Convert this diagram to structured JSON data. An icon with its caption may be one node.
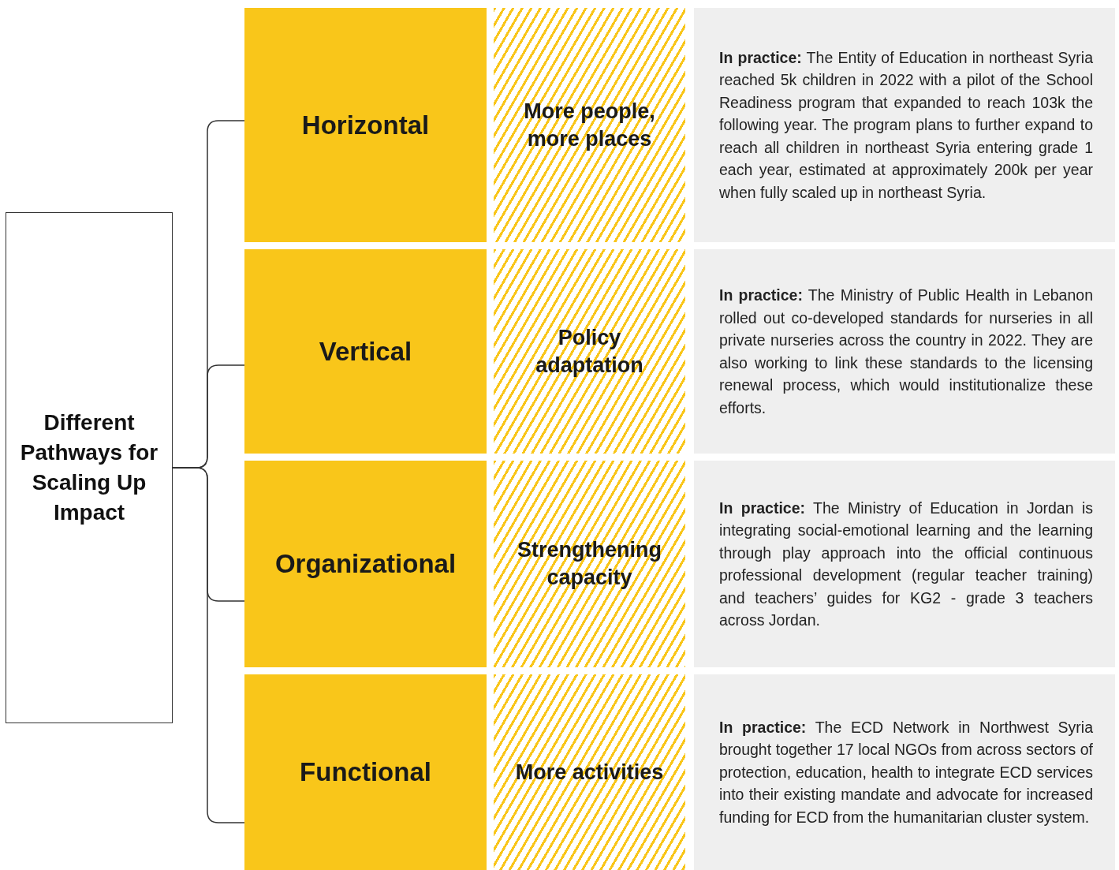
{
  "diagram": {
    "nodes": [
      {
        "text": [
          "Different Pathways for Scaling Up Impact"
        ]
      },
      {
        "text": [
          "Horizontal"
        ]
      },
      {
        "text": [
          "Vertical"
        ]
      },
      {
        "text": [
          "Organizational"
        ]
      },
      {
        "text": [
          "Functional"
        ]
      },
      {
        "text": [
          "More people, more places"
        ]
      },
      {
        "text": [
          "Policy adaptation"
        ]
      },
      {
        "text": [
          "Strengthening capacity"
        ]
      },
      {
        "text": [
          "More activities"
        ]
      },
      {
        "text": [
          "**In practice:** The Entity of Education in northeast Syria reached 5k children in 2022 with a pilot of the School Readiness program that expanded to reach 103k the following year. The program plans to further expand to reach all children in northeast Syria entering grade 1 each year, estimated at approximately 200k per year when fully scaled up in northeast Syria."
        ]
      },
      {
        "text": [
          "**In practice:** The Ministry of Public Health in Lebanon rolled out co-developed standards for nurseries in all private nurseries across the country in 2022. They are also working to link these standards to the licensing renewal process, which would institutionalize these efforts."
        ]
      },
      {
        "text": [
          "**In practice:** The Ministry of Education in Jordan is integrating social-emotional learning and the learning through play approach into the official continuous professional development (regular teacher training) and teachers’ guides for KG2 - grade 3 teachers across Jordan."
        ]
      },
      {
        "text": [
          "**In practice:** The ECD Network in Northwest Syria brought together 17 local NGOs from across sectors of protection, education, health to integrate ECD services into their existing mandate and advocate for increased funding for ECD from the humanitarian cluster system."
        ]
      }
    ],
    "edges": [
      {
        "from": 0,
        "to": 1,
        "arrow": "none"
      },
      {
        "from": 0,
        "to": 2,
        "arrow": "none"
      },
      {
        "from": 0,
        "to": 3,
        "arrow": "none"
      },
      {
        "from": 0,
        "to": 4,
        "arrow": "none"
      }
    ]
  }
}
